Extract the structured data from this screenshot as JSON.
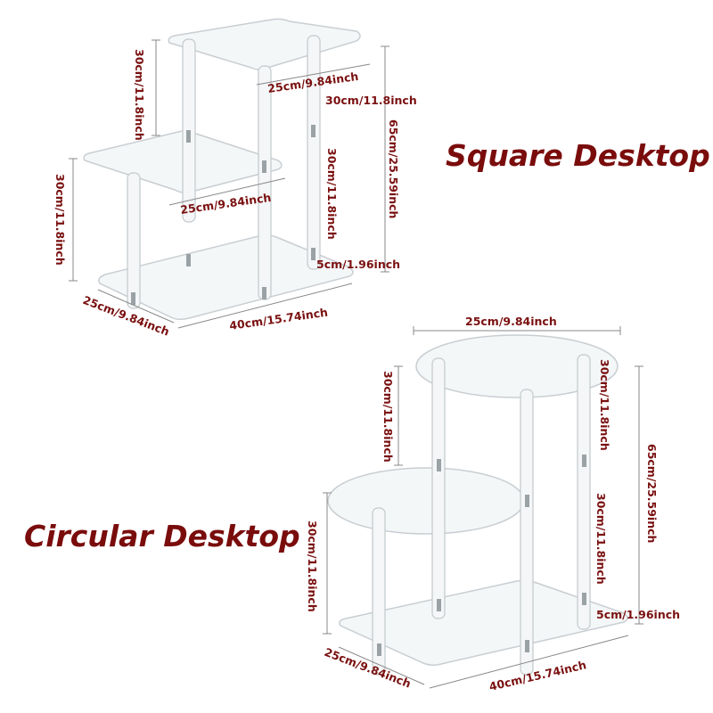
{
  "square": {
    "title": "Square Desktop",
    "dims": {
      "top_height": "30cm/11.8inch",
      "top_width": "25cm/9.84inch",
      "top_depth": "30cm/11.8inch",
      "mid_height_right": "30cm/11.8inch",
      "total_height": "65cm/25.59inch",
      "mid_width": "25cm/9.84inch",
      "mid_height_left": "30cm/11.8inch",
      "base_gap": "5cm/1.96inch",
      "base_depth": "25cm/9.84inch",
      "base_width": "40cm/15.74inch"
    }
  },
  "circular": {
    "title": "Circular Desktop",
    "dims": {
      "top_diameter": "25cm/9.84inch",
      "top_height_left": "30cm/11.8inch",
      "top_height_right": "30cm/11.8inch",
      "total_height": "65cm/25.59inch",
      "mid_height_right": "30cm/11.8inch",
      "mid_height_left": "30cm/11.8inch",
      "base_gap": "5cm/1.96inch",
      "base_depth": "25cm/9.84inch",
      "base_width": "40cm/15.74inch"
    }
  },
  "colors": {
    "label": "#7a1010",
    "title": "#7a0c0c",
    "background": "#ffffff"
  }
}
